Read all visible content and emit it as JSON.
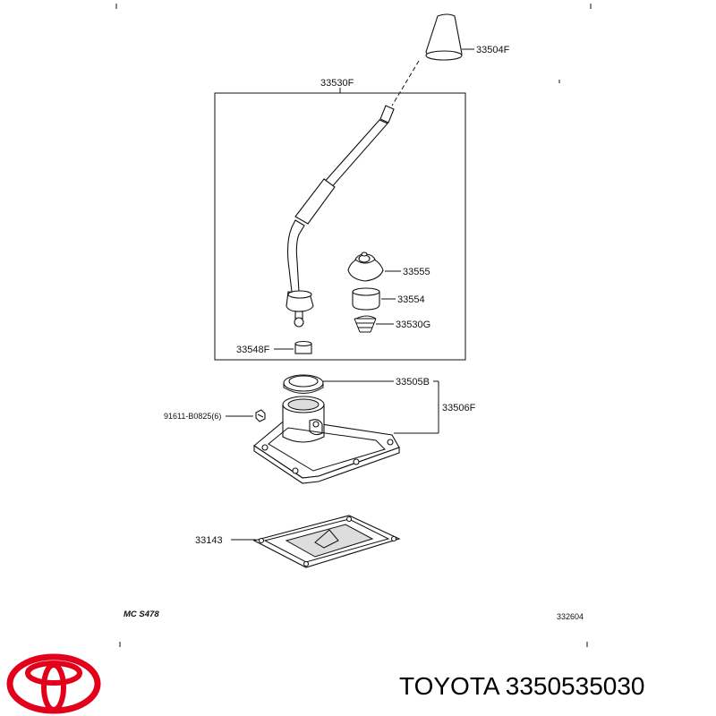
{
  "diagram": {
    "frame_label": "33530F",
    "parts": {
      "knob": "33504F",
      "boot": "33555",
      "bushing": "33554",
      "spring": "33530G",
      "seat": "33548F",
      "seal": "33505B",
      "housing": "33506F",
      "bolt": "91611-B0825(6)",
      "gasket": "33143"
    },
    "footer_code": "MC S478",
    "figure_id": "332604"
  },
  "brand": {
    "caption": "TOYOTA 3350535030",
    "logo_color": "#e2001a"
  }
}
